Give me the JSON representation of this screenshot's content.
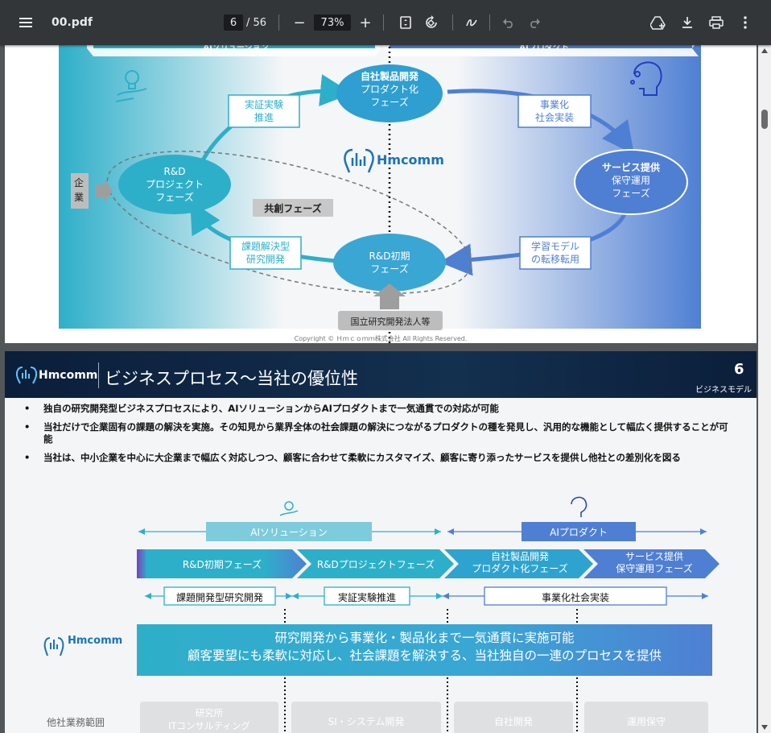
{
  "toolbar": {
    "filename": "00.pdf",
    "page_current": "6",
    "page_total": "/ 56",
    "zoom": "73%",
    "zoom_out": "−",
    "zoom_in": "+"
  },
  "slide1": {
    "left_banner": "AIソリューション",
    "right_banner": "AIプロダクト",
    "center_top": {
      "line1": "自社製品開発",
      "line2": "プロダクト化",
      "line3": "フェーズ"
    },
    "left_node": {
      "line1": "R&D",
      "line2": "プロジェクト",
      "line3": "フェーズ"
    },
    "right_node": {
      "line1": "サービス提供",
      "line2": "保守運用",
      "line3": "フェーズ"
    },
    "bottom_node": {
      "line1": "R&D初期",
      "line2": "フェーズ"
    },
    "label_top_left": {
      "line1": "実証実験",
      "line2": "推進"
    },
    "label_top_right": {
      "line1": "事業化",
      "line2": "社会実装"
    },
    "label_bottom_left": {
      "line1": "課題解決型",
      "line2": "研究開発"
    },
    "label_bottom_right": {
      "line1": "学習モデル",
      "line2": "の転移転用"
    },
    "co_creation": "共創フェーズ",
    "enterprise": "企業",
    "institute": "国立研究開発法人等",
    "logo": "Hmcomm",
    "copyright": "Copyright © Ｈｍｃｏｍｍ株式会社 All Rights Reserved."
  },
  "slide2": {
    "header_logo": "Hmcomm",
    "title": "ビジネスプロセス〜当社の優位性",
    "page_no": "6",
    "section": "ビジネスモデル",
    "bullets": [
      "独自の研究開発型ビジネスプロセスにより、AIソリューションからAIプロダクトまで一気通貫での対応が可能",
      "当社だけで企業固有の課題の解決を実施。その知見から業界全体の社会課題の解決につながるプロダクトの種を発見し、汎用的な機能として幅広く提供することが可能",
      "当社は、中小企業を中心に大企業まで幅広く対応しつつ、顧客に合わせて柔軟にカスタマイズ、顧客に寄り添ったサービスを提供し他社との差別化を図る"
    ],
    "bullet_mark": "•",
    "ai_solution": "AIソリューション",
    "ai_product": "AIプロダクト",
    "phases": [
      "R&D初期フェーズ",
      "R&Dプロジェクトフェーズ",
      "自社製品開発\nプロダクト化フェーズ",
      "サービス提供\n保守運用フェーズ"
    ],
    "activities": [
      "課題開発型研究開発",
      "実証実験推進",
      "事業化社会実装"
    ],
    "hm_logo": "Hmcomm",
    "value_line1": "研究開発から事業化・製品化まで一気通貫に実施可能",
    "value_line2": "顧客要望にも柔軟に対応し、社会課題を解決する、当社独自の一連のプロセスを提供",
    "others_label": "他社業務範囲",
    "others": [
      "研究所\nITコンサルティング",
      "SI・システム開発",
      "自社開発",
      "運用保守"
    ]
  },
  "colors": {
    "teal": "#2eafc9",
    "blue": "#4f7fd3",
    "purple": "#7b3fbf",
    "toolbar": "#323639"
  }
}
